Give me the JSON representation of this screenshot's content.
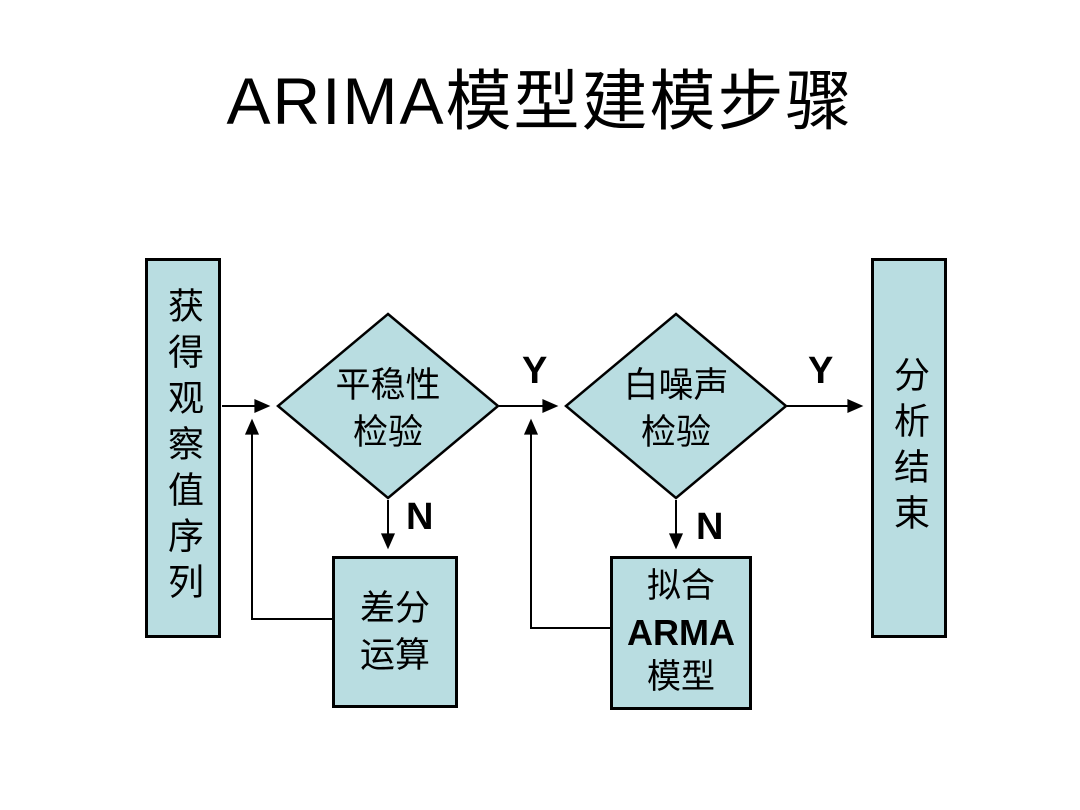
{
  "title": "ARIMA模型建模步骤",
  "flowchart": {
    "nodes": {
      "obtain_series": {
        "label": "获得观察值序列"
      },
      "stationarity_test": {
        "line1": "平稳性",
        "line2": "检验"
      },
      "white_noise_test": {
        "line1": "白噪声",
        "line2": "检验"
      },
      "difference_op": {
        "line1": "差分",
        "line2": "运算"
      },
      "fit_arma": {
        "line1": "拟合",
        "line2": "ARMA",
        "line3": "模型"
      },
      "analysis_end": {
        "label": "分析结束"
      }
    },
    "edge_labels": {
      "stationarity_yes": "Y",
      "white_noise_yes": "Y",
      "stationarity_no": "N",
      "white_noise_no": "N"
    },
    "colors": {
      "node_fill": "#b9dde1",
      "node_border": "#000000",
      "background": "#ffffff",
      "text": "#000000"
    }
  }
}
